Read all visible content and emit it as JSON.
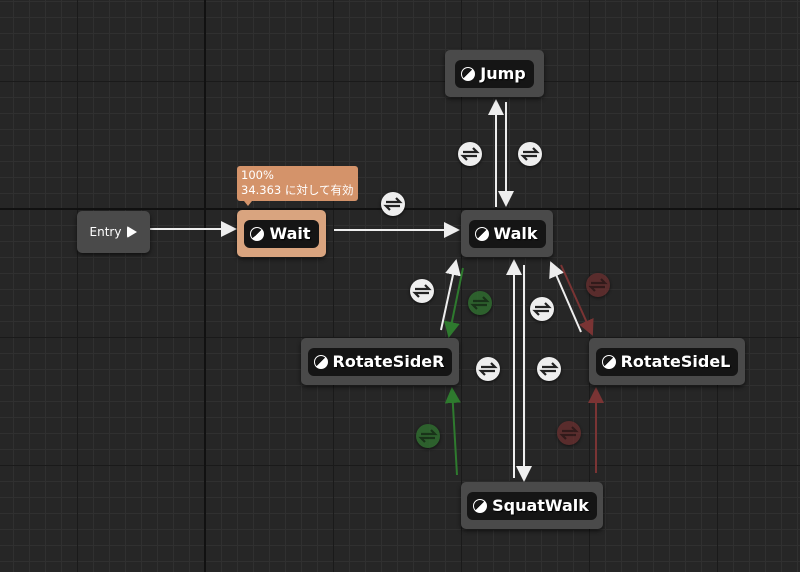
{
  "entry": {
    "label": "Entry"
  },
  "tooltip": {
    "line1": "100%",
    "line2": "34.363 に対して有効"
  },
  "states": {
    "wait": "Wait",
    "walk": "Walk",
    "jump": "Jump",
    "rotate_right": "RotateSideR",
    "rotate_left": "RotateSideL",
    "squat_walk": "SquatWalk"
  },
  "colors": {
    "active_state": "#d9a47f",
    "tooltip": "#d4936a",
    "node": "#4a4a4a",
    "transition_green": "#2f6b2f",
    "transition_red": "#6b2f2f"
  }
}
